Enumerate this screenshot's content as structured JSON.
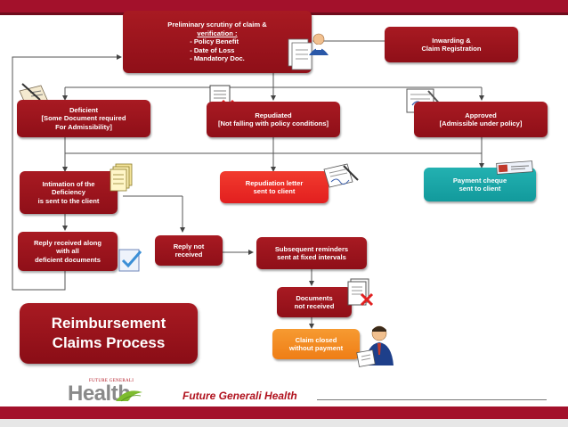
{
  "header": {
    "bar_color": "#a3112b"
  },
  "nodes": {
    "prelim": {
      "title": "Preliminary scrutiny of claim &",
      "subtitle": "verification :",
      "items": [
        "- Policy Benefit",
        "- Date of Loss",
        "- Mandatory Doc."
      ]
    },
    "inwarding": {
      "lines": [
        "Inwarding &",
        "Claim Registration"
      ]
    },
    "deficient": {
      "lines": [
        "Deficient",
        "[Some Document required",
        "For Admissibility]"
      ]
    },
    "repudiated": {
      "lines": [
        "Repudiated",
        "[Not falling with policy conditions]"
      ]
    },
    "approved": {
      "lines": [
        "Approved",
        "[Admissible under policy]"
      ]
    },
    "intimation": {
      "lines": [
        "Intimation of the",
        "Deficiency",
        "is sent to the client"
      ]
    },
    "repudiation_letter": {
      "lines": [
        "Repudiation letter",
        "sent to client"
      ]
    },
    "payment": {
      "lines": [
        "Payment cheque",
        "sent to client"
      ]
    },
    "reply_received": {
      "lines": [
        "Reply received along",
        "with all",
        "deficient documents"
      ]
    },
    "reply_not": {
      "lines": [
        "Reply not",
        "received"
      ]
    },
    "reminders": {
      "lines": [
        "Subsequent reminders",
        "sent at fixed intervals"
      ]
    },
    "docs_not": {
      "lines": [
        "Documents",
        "not received"
      ]
    },
    "claim_closed": {
      "lines": [
        "Claim closed",
        "without payment"
      ]
    }
  },
  "title": {
    "lines": [
      "Reimbursement",
      "Claims Process"
    ]
  },
  "footer": {
    "brand": "Future Generali Health",
    "logo_small": "FUTURE GENERALI",
    "logo_word": "Health"
  },
  "colors": {
    "dark_red": "#9b1520",
    "bright_red": "#e8261f",
    "teal": "#1aa5a7",
    "orange": "#f28a20",
    "line": "#555555"
  }
}
